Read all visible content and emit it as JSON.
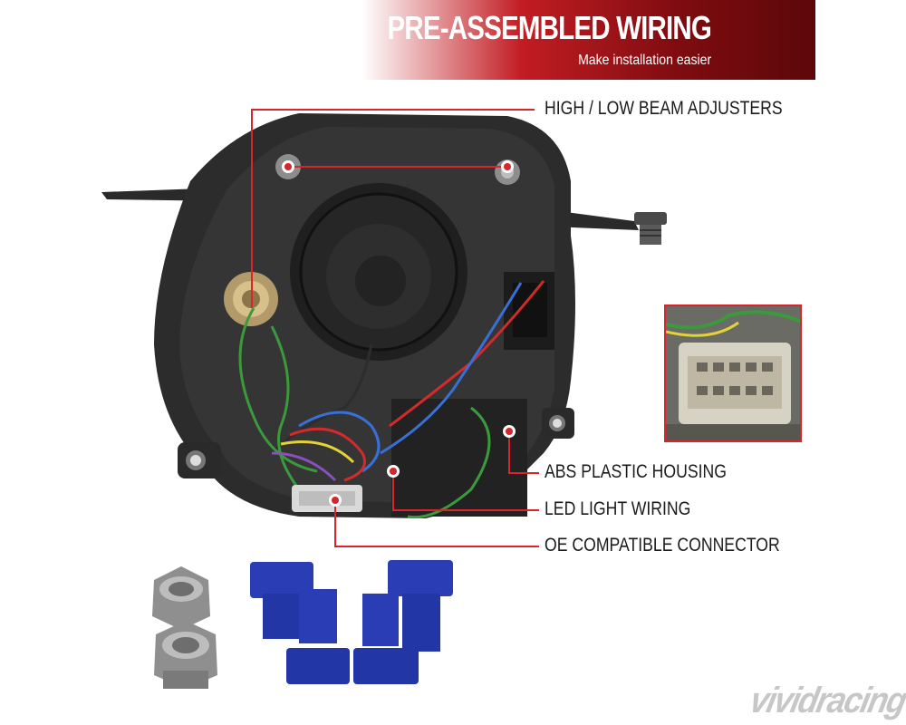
{
  "banner": {
    "title": "PRE-ASSEMBLED WIRING",
    "subtitle": "Make installation easier"
  },
  "callouts": [
    "HIGH / LOW BEAM ADJUSTERS",
    "ABS PLASTIC HOUSING",
    "LED LIGHT WIRING",
    "OE COMPATIBLE CONNECTOR"
  ],
  "watermark": "vividracing",
  "colors": {
    "accent": "#d8242a",
    "housing": "#2b2b2b",
    "taps": "#2a3db5",
    "nut": "#9a9a9a"
  }
}
